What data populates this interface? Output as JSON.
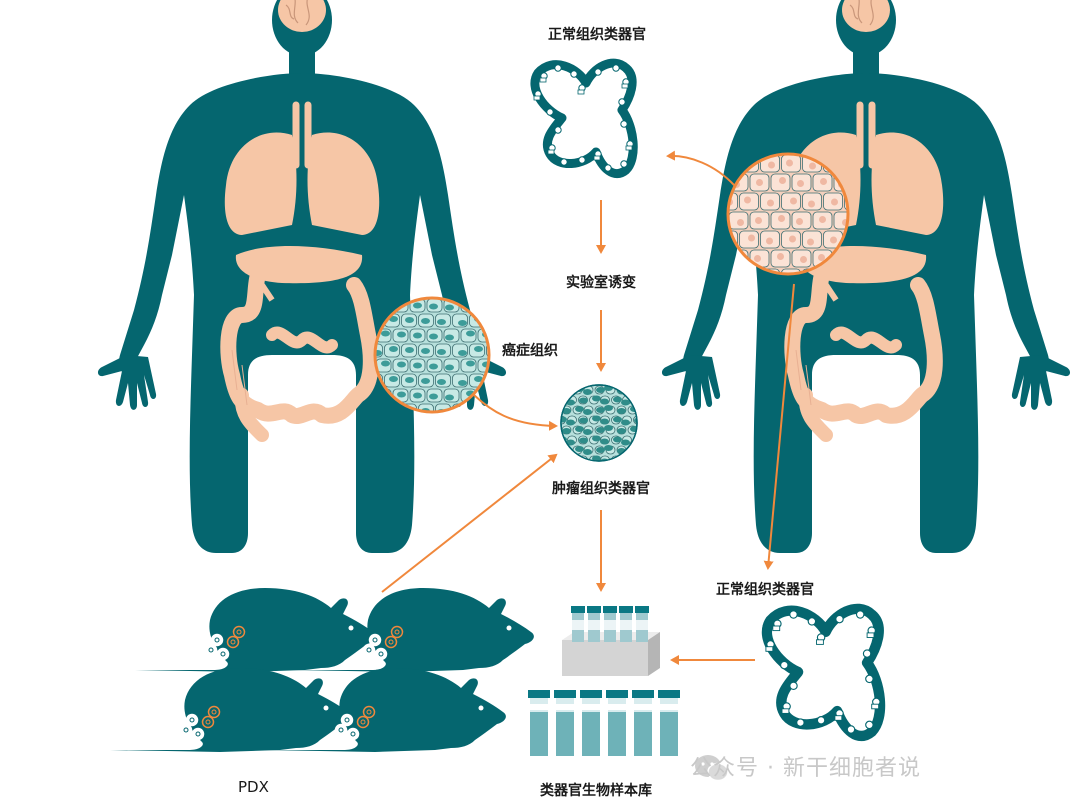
{
  "labels": {
    "normal_organoid_top": "正常组织类器官",
    "lab_mutation": "实验室诱变",
    "cancer_tissue": "癌症组织",
    "tumor_organoid": "肿瘤组织类器官",
    "normal_organoid_right": "正常组织类器官",
    "biobank": "类器官生物样本库",
    "pdx": "PDX"
  },
  "watermark": {
    "text": "公众号 · 新干细胞者说"
  },
  "colors": {
    "teal": "#05666f",
    "organ": "#f6c6a6",
    "arrow": "#f0883c",
    "cell_teal": "#b7e0dc",
    "cell_peach": "#f5d0bd"
  }
}
